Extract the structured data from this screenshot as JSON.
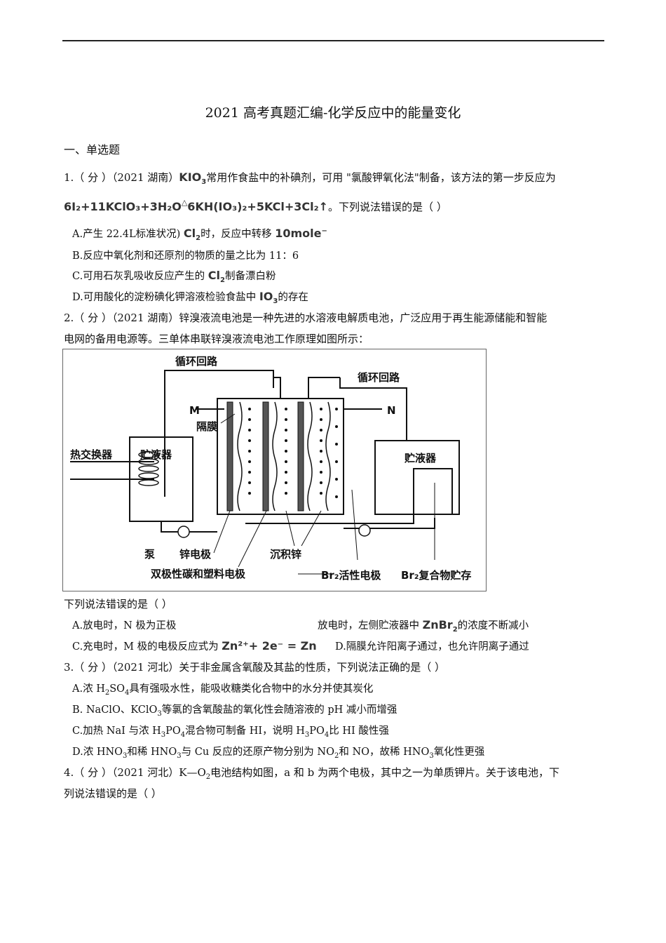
{
  "title": "2021 高考真题汇编-化学反应中的能量变化",
  "section": "一、单选题",
  "q1": {
    "lead": "1.（ 分 ）（2021 湖南）",
    "kio3": "KIO",
    "kio3_sub": "3",
    "text1": "常用作食盐中的补碘剂，可用 \"氯酸钾氧化法\"制备，该方法的第一步反应为",
    "eq": "6I₂+11KClO₃+3H₂O",
    "eq_arrow": "△",
    "eq_right": "6KH(IO₃)₂+5KCl+3Cl₂↑",
    "text2": "。下列说法错误的是（    ）",
    "A": "A.产生 22.4L标准状况)",
    "A_cl": "Cl",
    "A_cl_sub": "2",
    "A_mid": "时，反应中转移",
    "A_val": "10mole",
    "A_sup": "−",
    "B": "B.反应中氧化剂和还原剂的物质的量之比为 11：6",
    "C1": "C.可用石灰乳吸收反应产生的",
    "C_cl": "Cl",
    "C_cl_sub": "2",
    "C2": "制备漂白粉",
    "D1": "D.可用酸化的淀粉碘化钾溶液检验食盐中",
    "D_io": "IO",
    "D_io_sub": "3",
    "D2": "的存在"
  },
  "q2": {
    "line1": "2.（ 分 ）（2021 湖南）锌溴液流电池是一种先进的水溶液电解质电池，广泛应用于再生能源储能和智能",
    "line2": "电网的备用电源等。三单体串联锌溴液流电池工作原理如图所示：",
    "figure": {
      "loop_left": "循环回路",
      "loop_right": "循环回路",
      "M": "M",
      "N": "N",
      "membrane": "隔膜",
      "heat_exchanger": "热交换器",
      "reservoir_left": "贮液器",
      "reservoir_right": "贮液器",
      "pump": "泵",
      "zinc_electrode": "锌电极",
      "deposited_zinc": "沉积锌",
      "bipolar": "双极性碳和塑料电极",
      "br2_active": "Br₂活性电极",
      "br2_store": "Br₂复合物贮存"
    },
    "question": "下列说法错误的是（    ）",
    "A": "A.放电时，N 极为正极",
    "B1": "放电时，左侧贮液器中",
    "B_f": "ZnBr",
    "B_f_sub": "2",
    "B2": "的浓度不断减小",
    "C1": "C.充电时，M  极的电极反应式为",
    "C_eq": "Zn²⁺+ 2e⁻ = Zn",
    "D": "D.隔膜允许阳离子通过，也允许阴离子通过"
  },
  "q3": {
    "line": "3.（ 分 ）（2021 河北）关于非金属含氧酸及其盐的性质，下列说法正确的是（    ）",
    "A1": "A.浓 H",
    "A_s1": "2",
    "A2": "SO",
    "A_s2": "4",
    "A3": "具有强吸水性，能吸收糖类化合物中的水分并使其炭化",
    "B1": "B.  NaClO、KClO",
    "B_s": "3",
    "B2": "等氯的含氧酸盐的氧化性会随溶液的 pH 减小而增强",
    "C1": "C.加热 NaI 与浓 H",
    "C_s1": "3",
    "C2": "PO",
    "C_s2": "4",
    "C3": "混合物可制备 HI，说明 H",
    "C_s3": "3",
    "C4": "PO",
    "C_s4": "4",
    "C5": "比 HI 酸性强",
    "D1": "D.浓 HNO",
    "D_s1": "3",
    "D2": "和稀 HNO",
    "D_s2": "3",
    "D3": "与 Cu 反应的还原产物分别为 NO",
    "D_s3": "2",
    "D4": "和 NO，故稀 HNO",
    "D_s4": "3",
    "D5": "氧化性更强"
  },
  "q4": {
    "line1a": "4.（ 分 ）（2021 河北）K—O",
    "line1_sub": "2",
    "line1b": "电池结构如图，a 和 b 为两个电极，其中之一为单质钾片。关于该电池，下",
    "line2": "列说法错误的是（    ）"
  }
}
